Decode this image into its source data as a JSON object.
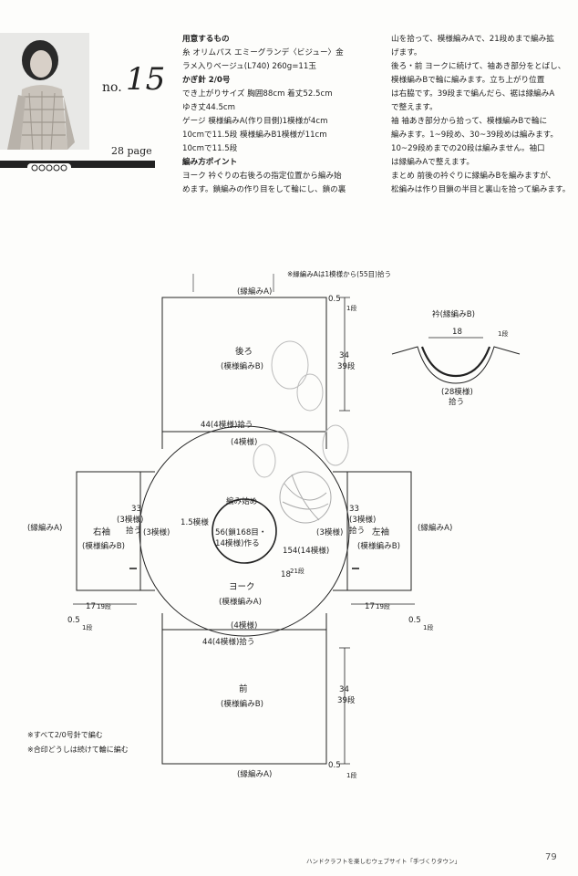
{
  "header": {
    "no_label": "no.",
    "number": "15",
    "page_ref": "28 page"
  },
  "col1": [
    {
      "t": "用意するもの",
      "bold": true
    },
    {
      "t": "糸 オリムパス エミーグランデ〈ビジュー〉金",
      "bold": false
    },
    {
      "t": "ラメ入りベージュ(L740) 260g=11玉",
      "bold": false
    },
    {
      "t": "かぎ針 2/0号",
      "bold": true
    },
    {
      "t": "でき上がりサイズ 胸囲88cm 着丈52.5cm",
      "bold": false
    },
    {
      "t": "ゆき丈44.5cm",
      "bold": false
    },
    {
      "t": "ゲージ 模様編みA(作り目側)1模様が4cm",
      "bold": false
    },
    {
      "t": "10cmで11.5段 模様編みB1模様が11cm",
      "bold": false
    },
    {
      "t": "10cmで11.5段",
      "bold": false
    },
    {
      "t": "編み方ポイント",
      "bold": true
    },
    {
      "t": "ヨーク 衿ぐりの右後ろの指定位置から編み始",
      "bold": false
    },
    {
      "t": "めます。鎖編みの作り目をして輪にし、鎖の裏",
      "bold": false
    }
  ],
  "col2": [
    {
      "t": "山を拾って、模様編みAで、21段めまで編み拡",
      "bold": false
    },
    {
      "t": "げます。",
      "bold": false
    },
    {
      "t": "後ろ・前 ヨークに続けて、袖あき部分をとばし、",
      "bold": false
    },
    {
      "t": "模様編みBで輪に編みます。立ち上がり位置",
      "bold": false
    },
    {
      "t": "は右脇です。39段まで編んだら、裾は縁編みA",
      "bold": false
    },
    {
      "t": "で整えます。",
      "bold": false
    },
    {
      "t": "袖 袖あき部分から拾って、模様編みBで輪に",
      "bold": false
    },
    {
      "t": "編みます。1~9段め、30~39段めは編みます。",
      "bold": false
    },
    {
      "t": "10~29段めまでの20段は編みません。袖口",
      "bold": false
    },
    {
      "t": "は縁編みAで整えます。",
      "bold": false
    },
    {
      "t": "まとめ 前後の衿ぐりに縁編みBを編みますが、",
      "bold": false
    },
    {
      "t": "松編みは作り目鎖の半目と裏山を拾って編みます。",
      "bold": false
    }
  ],
  "diagram": {
    "top_note": "※縁編みAは1模様から(55目)拾う",
    "back_edge_top": "(縁編みA)",
    "back_title": "後ろ",
    "back_pattern": "(模様編みB)",
    "back_side_05": "0.5",
    "back_side_05_rows": "1段",
    "back_side_34": "34",
    "back_side_39": "39段",
    "back_pickup": "44(4模様)拾う",
    "yoke_top_4": "(4模様)",
    "yoke_start": "編み始め",
    "yoke_chain_1": "56(鎖168目・",
    "yoke_chain_2": "14模様)作る",
    "yoke_15": "1.5模様",
    "yoke_3_left": "(3模様)",
    "yoke_3_right": "(3模様)",
    "yoke_title": "ヨーク",
    "yoke_pattern": "(模様編みA)",
    "yoke_154": "154(14模様)",
    "yoke_18": "18",
    "yoke_21": "21段",
    "yoke_bottom_4": "(4模様)",
    "right_sleeve_edge": "(縁編みA)",
    "right_sleeve_title": "右袖",
    "right_sleeve_pattern": "(模様編みB)",
    "right_sleeve_33": "33",
    "right_sleeve_3": "(3模様)",
    "right_sleeve_pick": "拾う",
    "left_sleeve_edge": "(縁編みA)",
    "left_sleeve_title": "左袖",
    "left_sleeve_pattern": "(模様編みB)",
    "left_sleeve_33": "33",
    "left_sleeve_3": "(3模様)",
    "left_sleeve_pick": "拾う",
    "sleeve_17": "17",
    "sleeve_19": "19段",
    "sleeve_05": "0.5",
    "sleeve_1": "1段",
    "front_pickup": "44(4模様)拾う",
    "front_title": "前",
    "front_pattern": "(模様編みB)",
    "front_side_34": "34",
    "front_side_39": "39段",
    "front_side_05": "0.5",
    "front_side_05_rows": "1段",
    "front_edge_bottom": "(縁編みA)",
    "collar_title": "衿(縁編みB)",
    "collar_18": "18",
    "collar_1": "1段",
    "collar_28": "(28模様)",
    "collar_pick": "拾う",
    "note_1": "※すべて2/0号針で編む",
    "note_2": "※合印どうしは続けて輪に編む"
  },
  "footer": {
    "text": "ハンドクラフトを楽しむウェブサイト「手づくりタウン」",
    "page_number": "79"
  }
}
